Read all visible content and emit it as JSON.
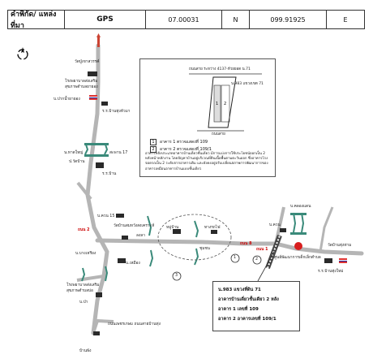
{
  "gps": {
    "label": "คำพิกัด/ แหล่งที่มา",
    "source": "GPS",
    "latitude": "07.00031",
    "lat_dir": "N",
    "longitude": "099.91925",
    "lon_dir": "E"
  },
  "plan": {
    "top_note": "ถนนสาย ระหว่าง 4137-ห้วยยอด น.71",
    "parcel_note": "น.983 แขวงเขต 71",
    "road_label": "ถนนสาย",
    "legend": [
      {
        "num": "1",
        "text": "อาคาร 1 ตรวจแสดงที่ 109"
      },
      {
        "num": "2",
        "text": "อาคาร 2 ตรวจแสดงที่ 109/1"
      }
    ],
    "description": "อาคารหลังประเภทอาคารบ้านเดี่ยวชั้นเดียว มีการแบ่งการใช้ประโยชน์ออกเป็น 2 หลังหน้าหลักงาน โดยปัญหาบ้านอยู่บริเวณที่ดินเนื้อพื้นตามตะวันออก ซึ่งอาคารโรงจอดรถเป็น 2 ระดับจากอาคารเดิม และยังคงอยู่ปรับเปลี่ยนสภาพการพัฒนาการของอาคารเหมือนอาคารบ้านแบบชั้นเดียว"
  },
  "callout": {
    "line1": "น.983 แขวงที่ดิน 71",
    "line2": "อาคารบ้านเดี่ยวชั้นเดียว 2 หลัง",
    "line3": "อาคาร 1 เลขที่ 109",
    "line4": "อาคาร 2 อาคารเลขที่ 109/1"
  },
  "map_labels": {
    "top_village": "วัดปู่เขาสวรรค์",
    "school_a": "โรงพยาบาลส่งเสริม",
    "school_a2": "สุขภาพตำบลยายอง",
    "village1": "บ.ปากน้ำยายอง",
    "place1": "ร.ร.บ้านทุ่งหัวมา",
    "bridge1": "น.หาดใหญ่",
    "bridge2": "สะพาน 17",
    "place2": "ร.ร.บ้าน",
    "km1": "ป.วัดบ้าน",
    "gps_mark1": "ถนน 2",
    "village2": "บ.ควน 15",
    "temple": "วัดบ้านสมหวังสงเคราะห์",
    "village3": "บ.บางเหรียง",
    "school_b": "โรงพยาบาลส่งเสริม",
    "school_b2": "สุขภาพตำบลบ่อ",
    "village4": "บ.เหมือง",
    "village5": "บ.ป่า",
    "road_to": "ถนนเพชรเกษม ถนนสายบ้านทุ่ง",
    "bottom_place": "บ้านพัง",
    "river": "ลงลา",
    "center_a": "หมู่บ้าน",
    "center_b": "ทางรถไฟ",
    "center_c": "ชุมชน",
    "right_a": "บ.คลองแดน",
    "right_b": "บ.ควน",
    "right_c": "วัดบ้านทุ่งท่าม",
    "right_d": "ร.ร.บ้านทุ่งใหม่",
    "right_e": "ศูนย์พัฒนาการเด็กเล็กตำบล",
    "red1": "ถนน 8",
    "red2": "ถนน 1",
    "circle1": "1",
    "circle2": "2",
    "circle3": "3"
  }
}
